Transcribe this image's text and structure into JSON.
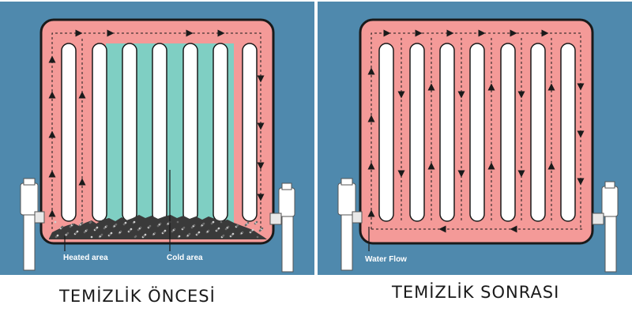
{
  "colors": {
    "background_panel": "#4f89ad",
    "radiator_body": "#f49a98",
    "radiator_outline": "#1a1a1a",
    "column_fill": "#ffffff",
    "cold_area": "#7fcfc3",
    "sludge": "#3a3a3a",
    "flow_arrows": "#1a1a1a",
    "valve": "#ffffff",
    "label_text": "#ffffff"
  },
  "left_panel": {
    "caption": "TEMİZLİK ÖNCESİ",
    "callouts": {
      "heated_area": "Heated area",
      "cold_area": "Cold area"
    }
  },
  "right_panel": {
    "caption": "TEMİZLİK SONRASI",
    "callouts": {
      "water_flow": "Water Flow"
    }
  },
  "icons": {
    "flow_arrow": "triangle-arrow",
    "valve": "radiator-valve"
  }
}
